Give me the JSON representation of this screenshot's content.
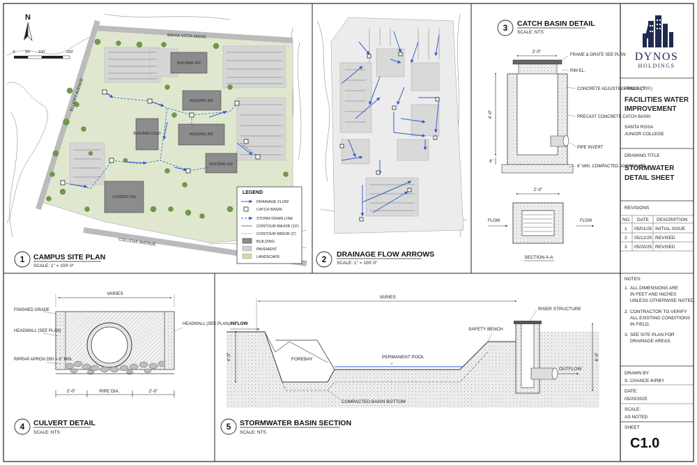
{
  "site_plan": {
    "north": "N",
    "scale_ticks": [
      "0",
      "50'",
      "100'",
      "200'"
    ],
    "streets": [
      "BAHIA VISTA DRIVE",
      "ELLIOTT AVENUE",
      "COLLEGE AVENUE"
    ],
    "buildings": [
      "BUILDING 400",
      "BUILDING 300",
      "BUILDING CSUD",
      "BUILDING 200",
      "BUILDING 100",
      "STUDENT 100"
    ],
    "legend_title": "LEGEND",
    "legend_items": [
      "DRAINAGE FLOW",
      "CATCH BASIN",
      "STORM DRAIN LINE",
      "CONTOUR MAJOR (10')",
      "CONTOUR MINOR (2')",
      "BUILDING",
      "PAVEMENT",
      "LANDSCAPE"
    ],
    "number": "1",
    "title": "CAMPUS SITE PLAN",
    "scale": "SCALE: 1\" = 100'-0\""
  },
  "drainage": {
    "number": "2",
    "title": "DRAINAGE FLOW ARROWS",
    "scale": "SCALE: 1\" = 100'-0\""
  },
  "catch_basin": {
    "number": "3",
    "title": "CATCH BASIN DETAIL",
    "scale": "SCALE: NTS",
    "width_dim": "2'-0\"",
    "plan_width_dim": "2'-0\"",
    "height_dim": "4'-0\"",
    "base_dim": "6\"",
    "labels": [
      "FRAME & GRATE SEE PLAN",
      "RIM EL.",
      "CONCRETE ADJUSTING RINGS (TYP.)",
      "PRECAST CONCRETE CATCH BASIN",
      "PIPE INVERT",
      "6\" MIN. COMPACTED AGGREGATE"
    ],
    "flow_in": "FLOW",
    "flow_out": "FLOW",
    "section": "SECTION A-A"
  },
  "culvert": {
    "number": "4",
    "title": "CULVERT DETAIL",
    "scale": "SCALE: NTS",
    "varies": "VARIES",
    "labels": [
      "FINISHED GRADE",
      "HEADWALL (SEE PLAN)",
      "HEADWALL (SEE PLAN)",
      "RIPRAP APRON D50 = 6\" MIN."
    ],
    "dims": [
      "2'-0\"",
      "PIPE DIA.",
      "2'-0\""
    ]
  },
  "basin": {
    "number": "5",
    "title": "STORMWATER BASIN SECTION",
    "scale": "SCALE: NTS",
    "varies": "VARIES",
    "left_dim": "4'-0\"",
    "right_dim": "6'-0\"",
    "labels": [
      "INFLOW",
      "RISER STRUCTURE",
      "SAFETY BENCH",
      "FOREBAY",
      "PERMANENT POOL",
      "OUTFLOW",
      "COMPACTED BASIN BOTTOM"
    ]
  },
  "title_block": {
    "company_line1": "DYNOS",
    "company_line2": "HOLDINGS",
    "project_label": "PROJECT",
    "project_name": [
      "FACILITIES WATER",
      "IMPROVEMENT"
    ],
    "client": [
      "SANTA ROSA",
      "JUNIOR COLLEGE"
    ],
    "drawing_title_label": "DRAWING TITLE",
    "drawing_title": [
      "STORMWATER",
      "DETAIL SHEET"
    ],
    "revisions_label": "REVISIONS",
    "revision_headers": [
      "NO.",
      "DATE",
      "DESCRIPTION"
    ],
    "revisions": [
      [
        "1",
        "05/01/25",
        "INITIAL ISSUE"
      ],
      [
        "2",
        "05/12/25",
        "REVISED"
      ],
      [
        "3",
        "05/20/25",
        "REVISED"
      ]
    ],
    "notes_label": "NOTES:",
    "notes": [
      [
        "1.",
        "ALL DIMENSIONS ARE",
        "IN FEET AND INCHES",
        "UNLESS OTHERWISE NOTED."
      ],
      [
        "2.",
        "CONTRACTOR TO VERIFY",
        "ALL EXISTING CONDITIONS",
        "IN FIELD."
      ],
      [
        "3.",
        "SEE SITE PLAN FOR",
        "DRAINAGE AREAS."
      ]
    ],
    "drawn_by_label": "DRAWN BY:",
    "drawn_by": "S. CHANCE-KIRBY",
    "date_label": "DATE:",
    "date": "05/20/2025",
    "scale_label": "SCALE:",
    "scale": "AS NOTED",
    "sheet_label": "SHEET",
    "sheet": "C1.0"
  }
}
